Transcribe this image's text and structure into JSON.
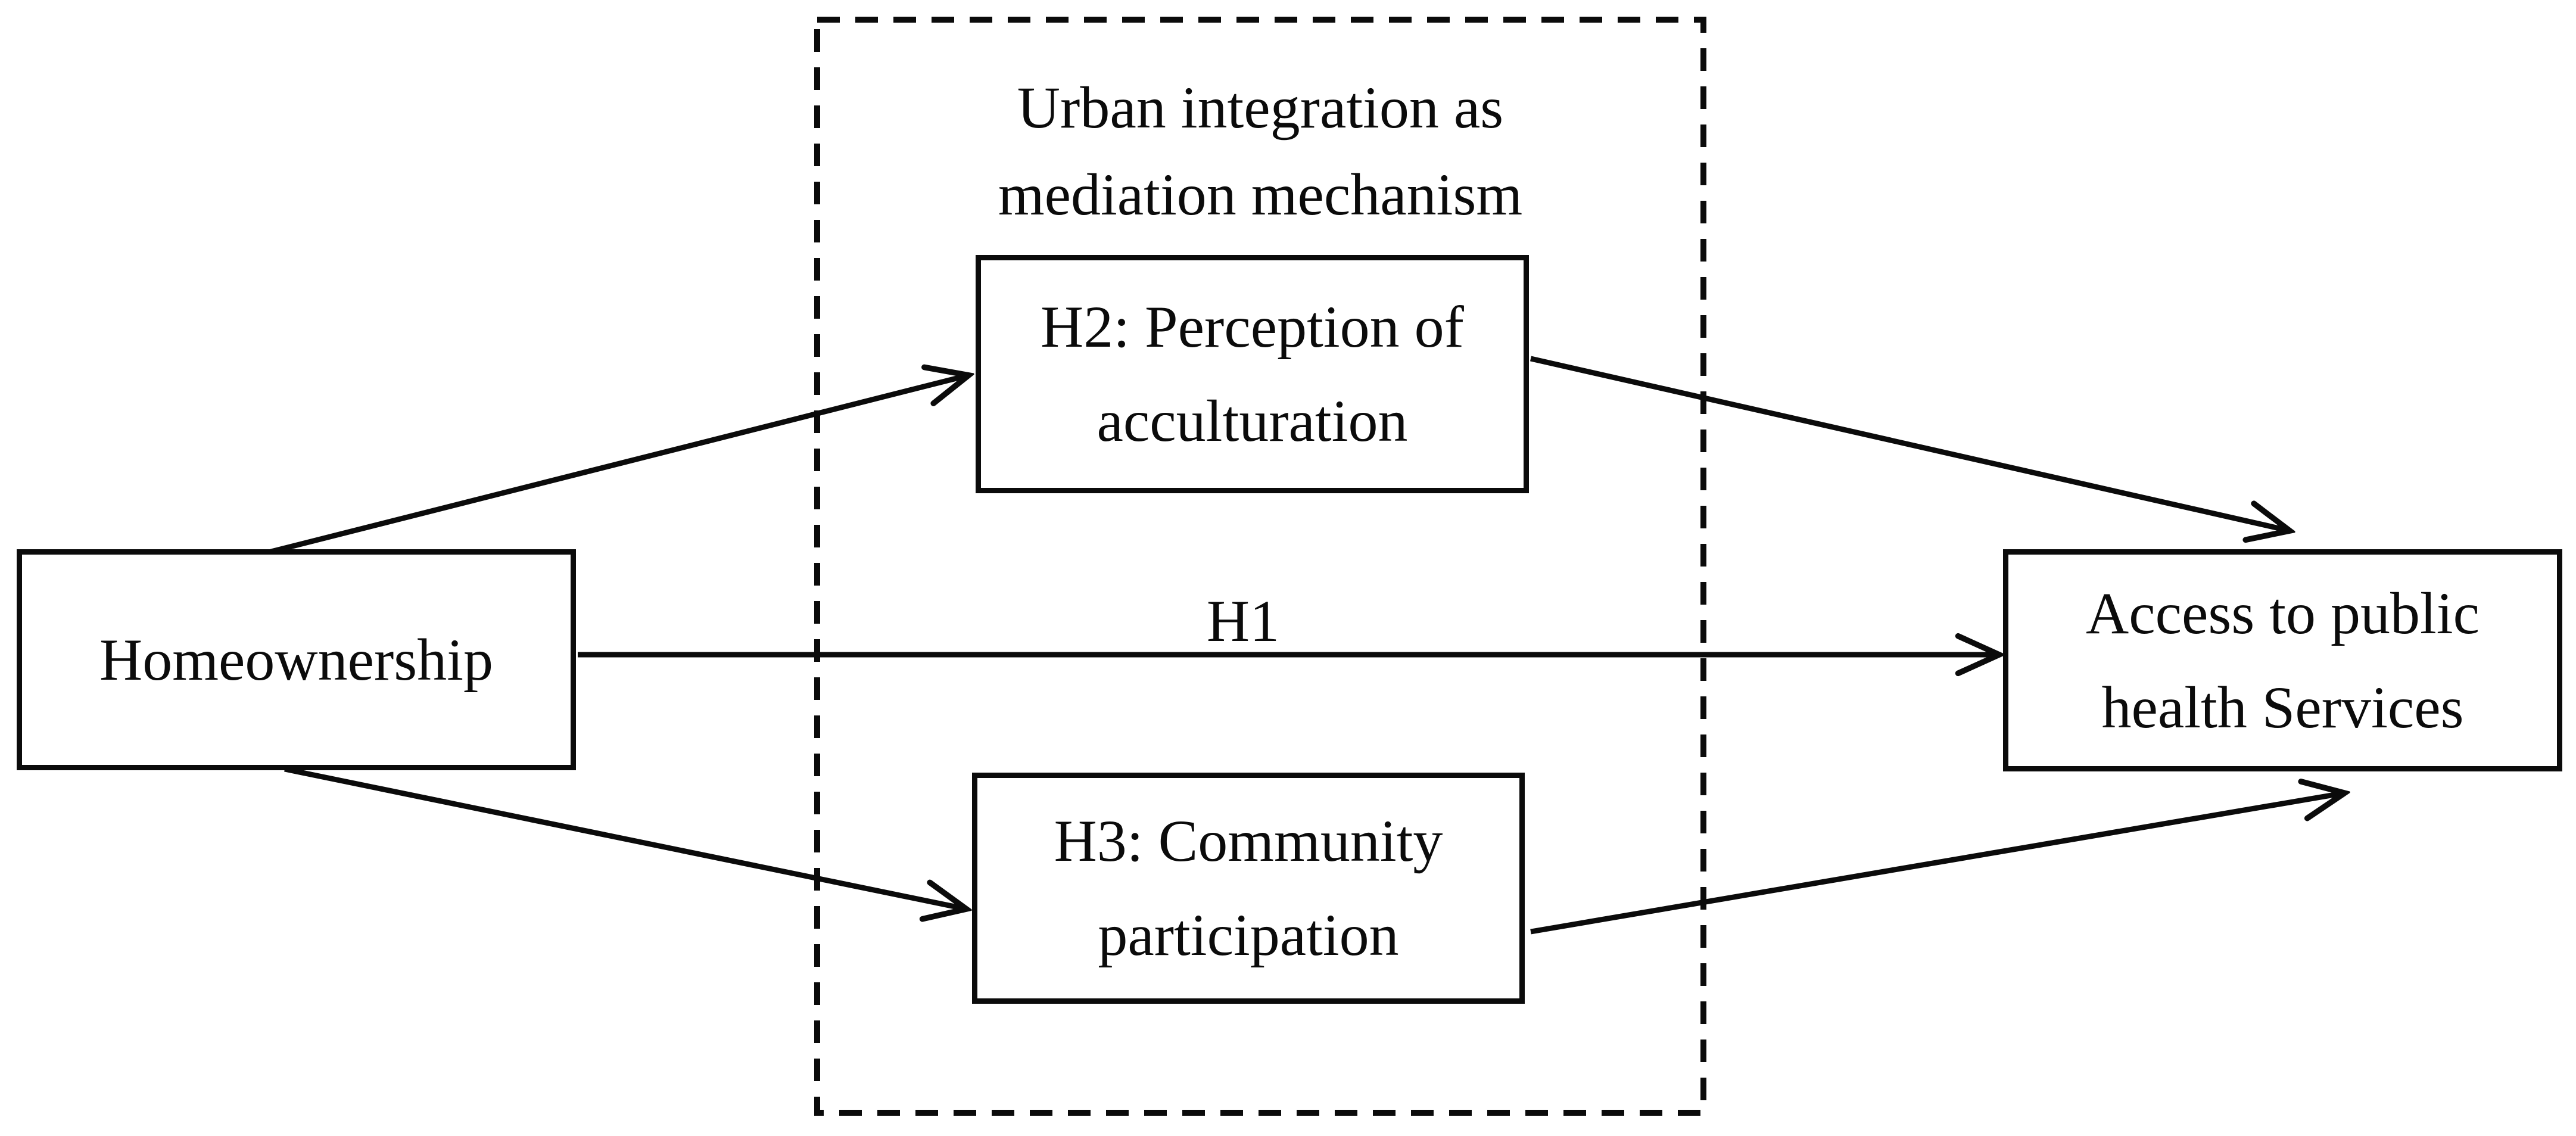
{
  "figure": {
    "type": "mediation-path-diagram",
    "background_color": "#ffffff",
    "stroke_color": "#0b0b0b",
    "mediation_group": {
      "title_line1": "Urban integration as",
      "title_line2": "mediation mechanism"
    },
    "nodes": {
      "predictor": {
        "label": "Homeownership"
      },
      "mediator_top": {
        "label_line1": "H2: Perception of",
        "label_line2": "acculturation"
      },
      "mediator_bottom": {
        "label_line1": "H3: Community",
        "label_line2": "participation"
      },
      "outcome": {
        "label_line1": "Access to public",
        "label_line2": "health Services"
      }
    },
    "paths": {
      "direct_effect_label": "H1",
      "edges": [
        "Homeownership -> H2: Perception of acculturation",
        "Homeownership -> H3: Community participation",
        "Homeownership -> Access to public health Services (H1)",
        "H2: Perception of acculturation -> Access to public health Services",
        "H3: Community participation -> Access to public health Services"
      ]
    }
  }
}
